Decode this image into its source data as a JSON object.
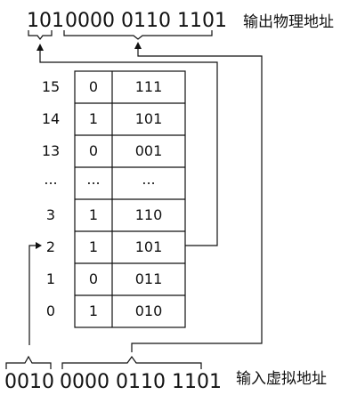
{
  "output": {
    "label": "输出物理地址",
    "frame_bits": "101",
    "offset_bits": "0000 0110 1101"
  },
  "input": {
    "label": "输入虚拟地址",
    "page_bits": "0010",
    "offset_bits": "0000 0110 1101"
  },
  "page_table": {
    "rows": [
      {
        "index": "15",
        "valid": "0",
        "frame": "111"
      },
      {
        "index": "14",
        "valid": "1",
        "frame": "101"
      },
      {
        "index": "13",
        "valid": "0",
        "frame": "001"
      },
      {
        "index": "...",
        "valid": "...",
        "frame": "..."
      },
      {
        "index": "3",
        "valid": "1",
        "frame": "110"
      },
      {
        "index": "2",
        "valid": "1",
        "frame": "101"
      },
      {
        "index": "1",
        "valid": "0",
        "frame": "011"
      },
      {
        "index": "0",
        "valid": "1",
        "frame": "010"
      }
    ]
  },
  "colors": {
    "line": "#111111",
    "text": "#111111",
    "background": "#ffffff"
  }
}
